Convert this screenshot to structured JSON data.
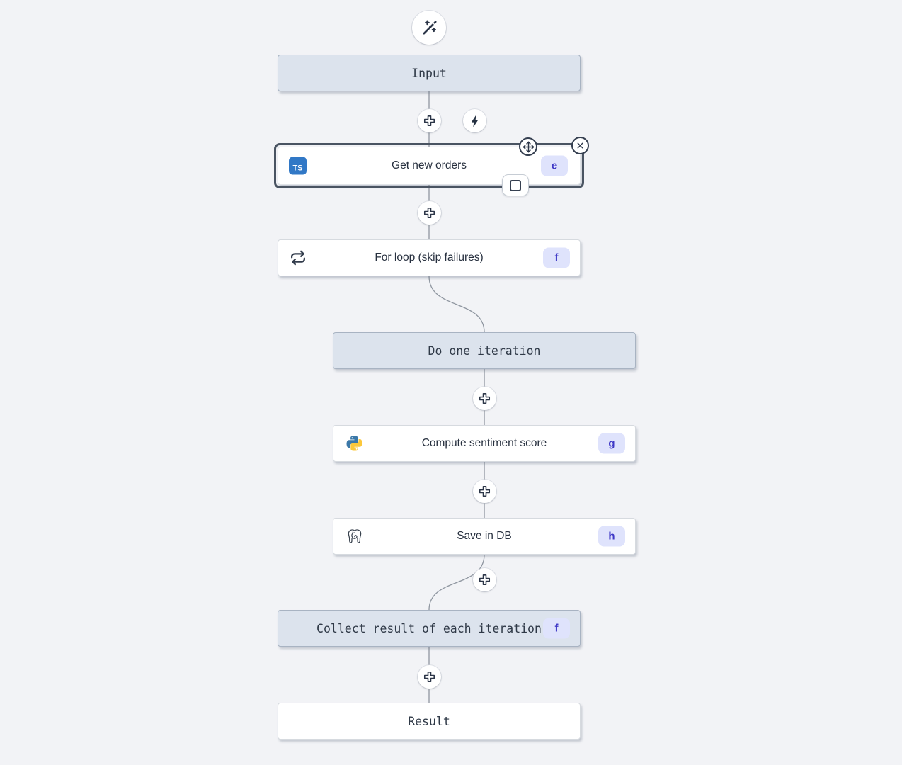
{
  "canvas": {
    "background": "#f2f3f6",
    "edge_color": "#8f96a0",
    "selection_ring_color": "#4a5462",
    "badge_bg": "#dfe3fc",
    "badge_text_color": "#3f39c6",
    "virtual_node_bg": "#dce3ed"
  },
  "toolbar": {
    "wand_button_icon": "wand-sparkles-icon",
    "zap_button_icon": "zap-icon",
    "add_button_icon": "plus-icon"
  },
  "nodes": [
    {
      "id": "input",
      "label": "Input",
      "variant": "virtual"
    },
    {
      "id": "get_new_orders",
      "label": "Get new orders",
      "badge": "e",
      "icon": "typescript-icon",
      "icon_text": "TS",
      "icon_color": "#3178c6",
      "selected": true
    },
    {
      "id": "for_loop",
      "label": "For loop (skip failures)",
      "badge": "f",
      "icon": "repeat-icon"
    },
    {
      "id": "do_one_iteration",
      "label": "Do one iteration",
      "variant": "virtual"
    },
    {
      "id": "compute_sentiment_score",
      "label": "Compute sentiment score",
      "badge": "g",
      "icon": "python-icon"
    },
    {
      "id": "save_in_db",
      "label": "Save in DB",
      "badge": "h",
      "icon": "postgresql-icon"
    },
    {
      "id": "collect_result",
      "label": "Collect result of each iteration",
      "badge": "f",
      "variant": "virtual"
    },
    {
      "id": "result",
      "label": "Result",
      "variant": "virtual"
    }
  ],
  "selected_node_controls": {
    "move_icon": "move-icon",
    "close_icon": "close-icon",
    "box_icon": "square-icon"
  }
}
